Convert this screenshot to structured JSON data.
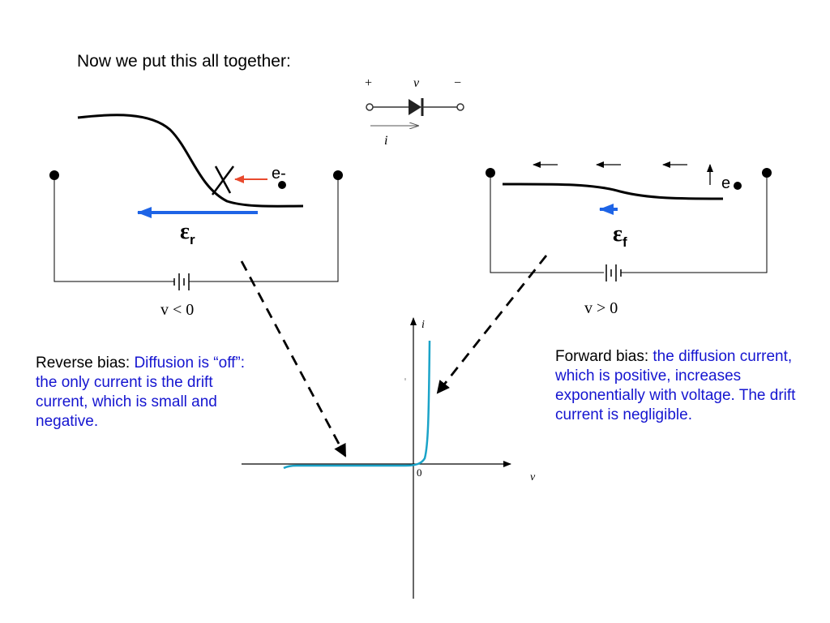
{
  "heading": "Now we put this all together:",
  "symbol": {
    "plus": "+",
    "voltage": "v",
    "minus": "−",
    "current": "i"
  },
  "reverse": {
    "electron": "e-",
    "field_symbol": "ε",
    "field_subscript": "r",
    "condition": "v < 0",
    "note_label": "Reverse bias: ",
    "note_text": "Diffusion is “off”: the only current is the drift current, which is small and negative."
  },
  "forward": {
    "electron": "e",
    "field_symbol": "ε",
    "field_subscript": "f",
    "condition": "v > 0",
    "note_label": "Forward bias: ",
    "note_text": "the diffusion current, which is positive, increases exponentially with voltage. The drift current is negligible."
  },
  "graph": {
    "y_label": "i",
    "x_label": "v",
    "origin": "0"
  },
  "colors": {
    "electric_field_arrow": "#1e64e6",
    "electron_arrow": "#e84a2e",
    "iv_curve": "#1aa3c8",
    "highlight_text": "#1515d0"
  }
}
